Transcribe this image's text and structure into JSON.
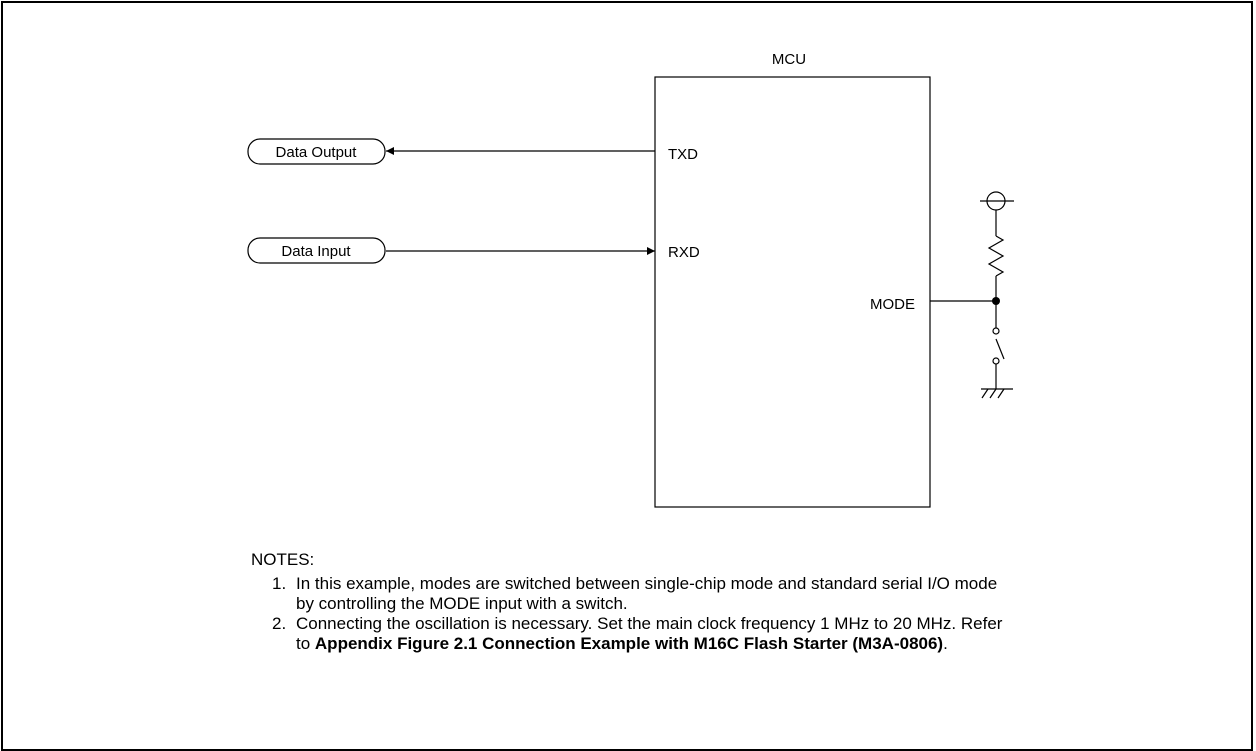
{
  "mcu": {
    "title": "MCU",
    "pins": {
      "txd": "TXD",
      "rxd": "RXD",
      "mode": "MODE"
    }
  },
  "terminals": {
    "data_output": "Data Output",
    "data_input": "Data Input"
  },
  "notes": {
    "header": "NOTES:",
    "items": [
      {
        "number": "1.",
        "text": "In this example, modes are switched between single-chip mode and standard serial I/O mode by controlling the MODE input with a switch."
      },
      {
        "number": "2.",
        "text": "Connecting the oscillation is necessary. Set the main clock frequency 1 MHz to 20 MHz. Refer to ",
        "bold": "Appendix Figure 2.1 Connection Example with M16C Flash Starter (M3A-0806)",
        "end": "."
      }
    ]
  },
  "colors": {
    "line": "#000000",
    "background": "#ffffff"
  },
  "icons": [
    "arrow-left-icon",
    "arrow-right-icon",
    "power-supply-icon",
    "resistor-icon",
    "switch-icon",
    "ground-icon",
    "junction-dot-icon"
  ]
}
